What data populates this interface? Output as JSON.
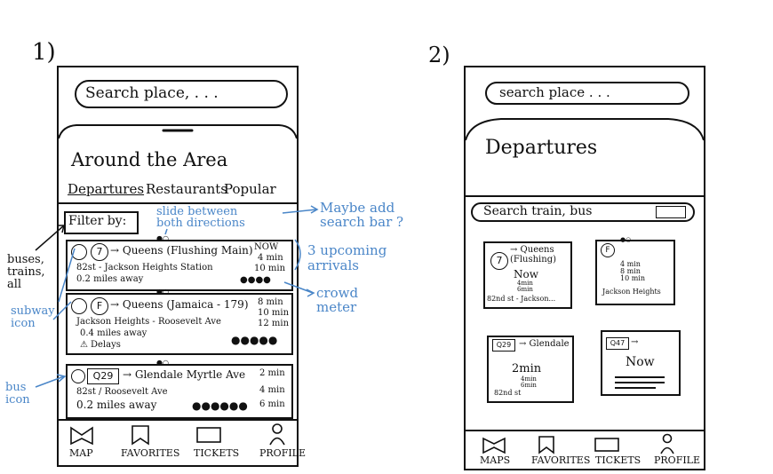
{
  "sketch1": {
    "number": "1)",
    "search_placeholder": "Search place, . . .",
    "title": "Around the Area",
    "tabs": [
      "Departures",
      "Restaurants",
      "Popular"
    ],
    "filter_label": "Filter by:",
    "cards": [
      {
        "route": "7",
        "direction": "→ Queens (Flushing Main)",
        "station": "82st - Jackson Heights Station",
        "distance": "0.2 miles away",
        "times": [
          "NOW",
          "4 min",
          "10 min"
        ]
      },
      {
        "route": "F",
        "direction": "→ Queens (Jamaica - 179)",
        "station": "Jackson Heights - Roosevelt Ave",
        "distance": "0.4 miles away",
        "alert": "Delays",
        "times": [
          "8 min",
          "10 min",
          "12 min"
        ]
      },
      {
        "route": "Q29",
        "direction": "→ Glendale Myrtle Ave",
        "station": "82st / Roosevelt Ave",
        "distance": "0.2 miles away",
        "times": [
          "2 min",
          "4 min",
          "6 min"
        ]
      }
    ],
    "nav": [
      "MAP",
      "FAVORITES",
      "TICKETS",
      "PROFILE"
    ],
    "annotations": {
      "slide": "slide between\nboth directions",
      "search": "Maybe add\nsearch bar ?",
      "arrivals": "3 upcoming\narrivals",
      "crowd": "crowd\nmeter",
      "filter": "buses,\ntrains,\nall",
      "subway": "subway\nicon",
      "bus": "bus\nicon"
    }
  },
  "sketch2": {
    "number": "2)",
    "search_placeholder": "search place . . .",
    "title": "Departures",
    "inner_search": "Search train, bus",
    "tiles": [
      {
        "route": "7",
        "text": "→ Queens\n(Flushing)",
        "time": "Now",
        "sub": "4min\n6min",
        "station": "82nd st - Jackson..."
      },
      {
        "route": "F",
        "text": "4 min\n8 min\n10 min",
        "station": "Jackson Heights"
      },
      {
        "route": "Q29",
        "text": "→ Glendale",
        "time": "2min",
        "sub": "4min\n6min",
        "station": "82nd st"
      },
      {
        "route": "Q47",
        "text": "→",
        "time": "Now"
      }
    ],
    "nav": [
      "MAPS",
      "FAVORITES",
      "TICKETS",
      "PROFILE"
    ]
  }
}
